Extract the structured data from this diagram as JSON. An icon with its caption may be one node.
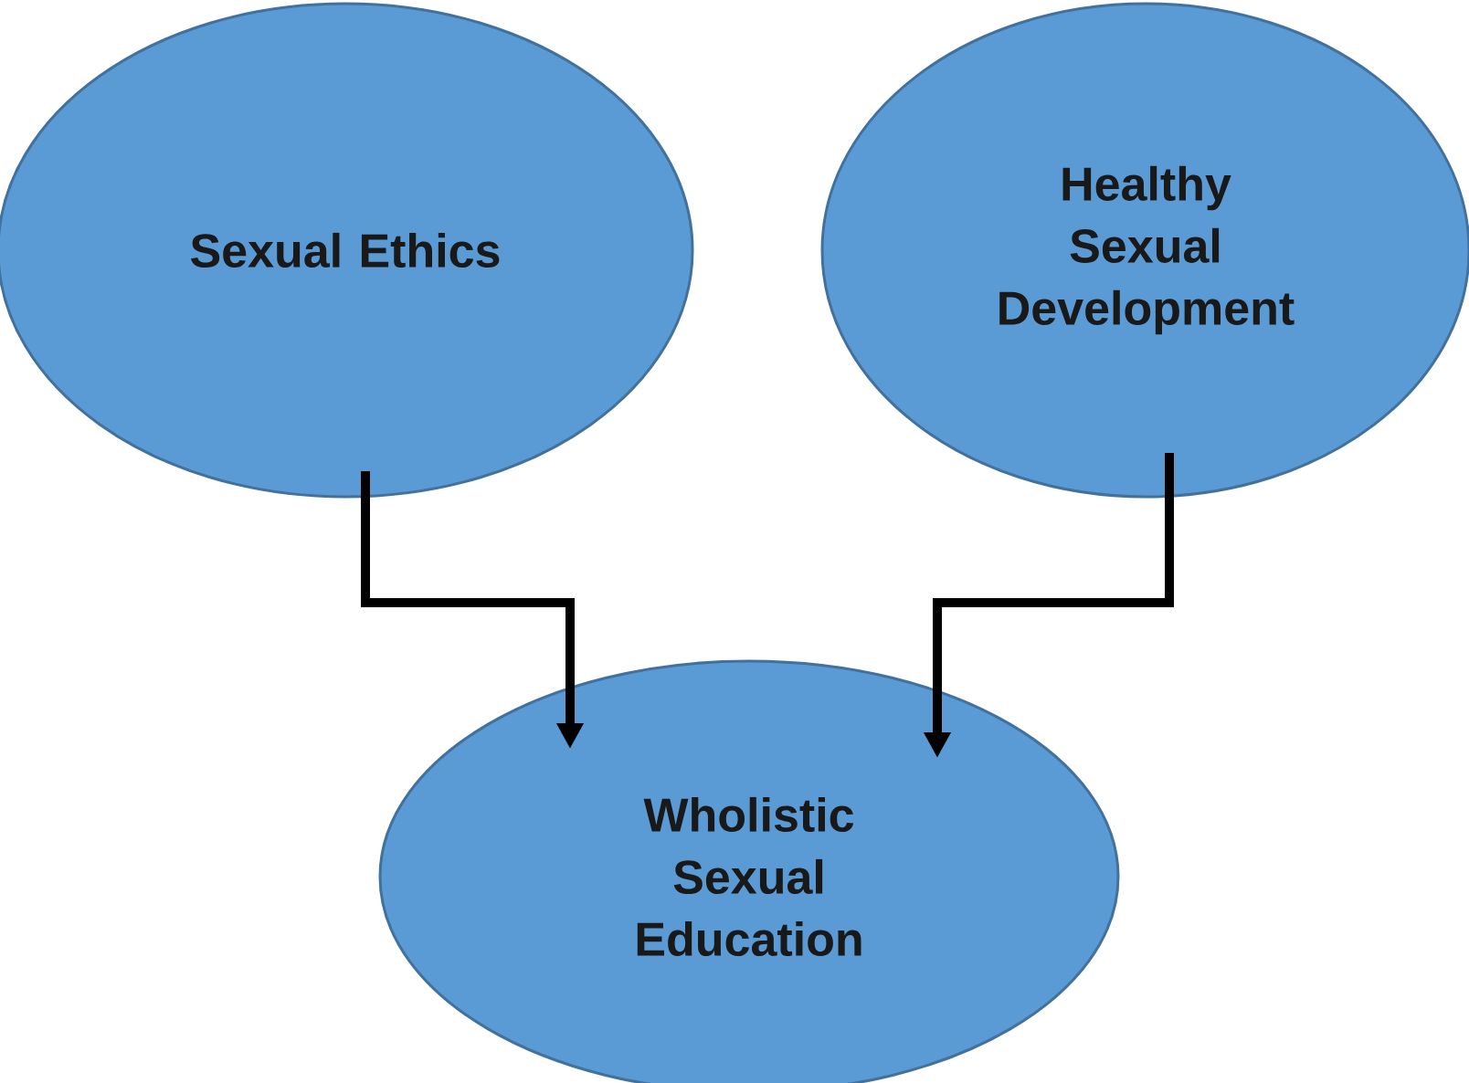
{
  "diagram": {
    "nodes": [
      {
        "text": [
          "Sexual Ethics"
        ]
      },
      {
        "text": [
          "Healthy Sexual Development"
        ]
      },
      {
        "text": [
          "Wholistic Sexual Education"
        ]
      }
    ],
    "edges": [
      {
        "from": 0,
        "to": 2,
        "arrow": "to"
      },
      {
        "from": 1,
        "to": 2,
        "arrow": "to"
      }
    ]
  }
}
